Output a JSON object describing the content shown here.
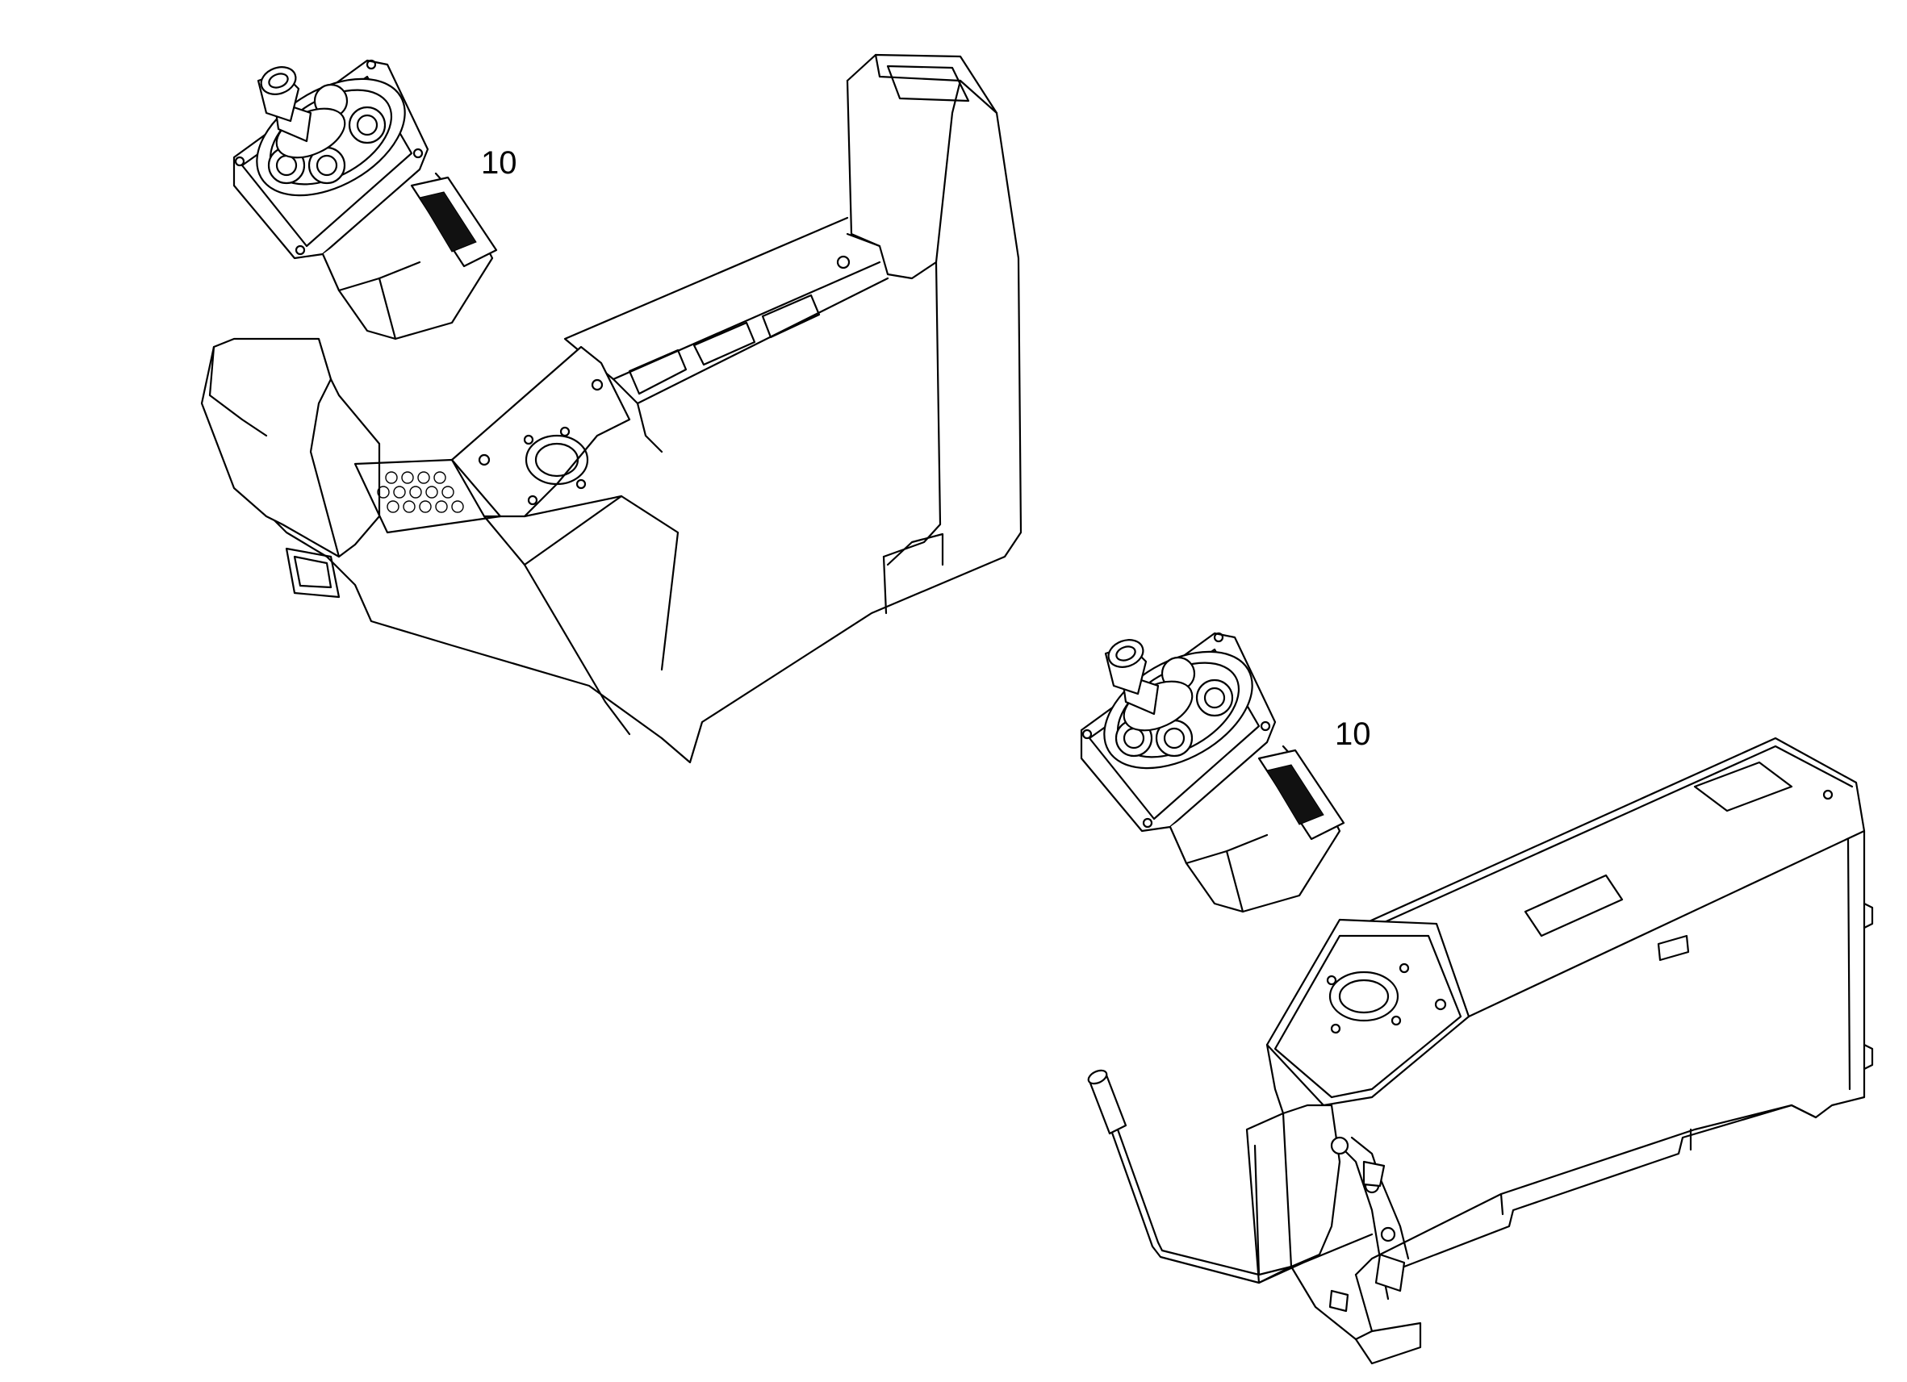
{
  "callouts": [
    {
      "id": "part-10-top",
      "text": "10"
    },
    {
      "id": "part-10-bottom",
      "text": "10"
    }
  ],
  "colors": {
    "line": "#000000",
    "background": "#ffffff"
  },
  "icons": [
    "joystick-valve-icon",
    "control-console-icon",
    "operator-frame-icon",
    "lever-icon"
  ]
}
